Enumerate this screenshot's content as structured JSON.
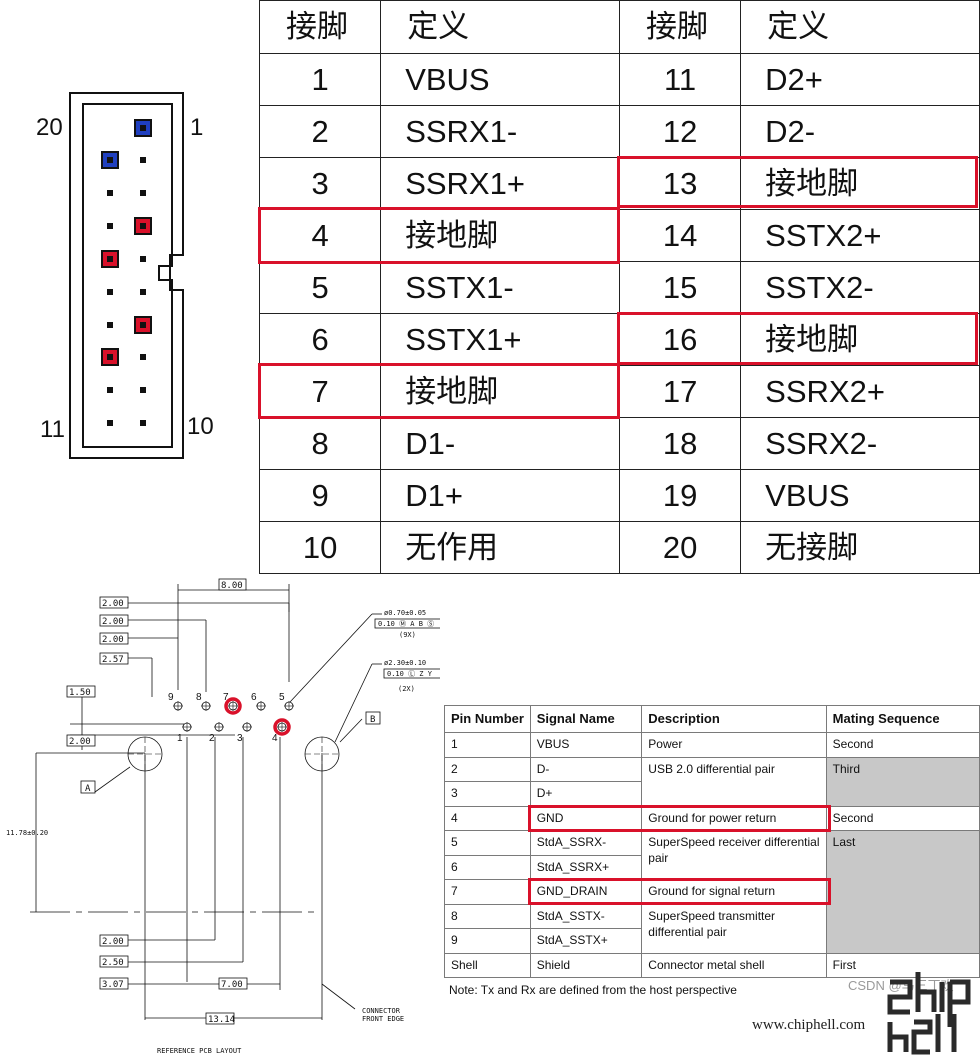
{
  "connector": {
    "labels": {
      "top_left": "20",
      "top_right": "1",
      "bottom_left": "11",
      "bottom_right": "10"
    },
    "colors": {
      "vbus": "#1f3fbf",
      "ground": "#d9112a",
      "pin": "#111111"
    }
  },
  "pinout_table": {
    "headers": [
      "接脚",
      "定义",
      "接脚",
      "定义"
    ],
    "rows": [
      [
        "1",
        "VBUS",
        "11",
        "D2+"
      ],
      [
        "2",
        "SSRX1-",
        "12",
        "D2-"
      ],
      [
        "3",
        "SSRX1+",
        "13",
        "接地脚"
      ],
      [
        "4",
        "接地脚",
        "14",
        "SSTX2+"
      ],
      [
        "5",
        "SSTX1-",
        "15",
        "SSTX2-"
      ],
      [
        "6",
        "SSTX1+",
        "16",
        "接地脚"
      ],
      [
        "7",
        "接地脚",
        "17",
        "SSRX2+"
      ],
      [
        "8",
        "D1-",
        "18",
        "SSRX2-"
      ],
      [
        "9",
        "D1+",
        "19",
        "VBUS"
      ],
      [
        "10",
        "无作用",
        "20",
        "无接脚"
      ]
    ]
  },
  "pcb_layout": {
    "title": "REFERENCE PCB LAYOUT",
    "dims": {
      "top": "8.00",
      "left_stack": [
        "2.00",
        "2.00",
        "2.00",
        "2.57"
      ],
      "hole_small": "ø0.70±0.05",
      "hole_small_tol": "0.10 Ⓜ A B Ⓢ",
      "hole_small_count": "(9X)",
      "hole_large": "ø2.30±0.10",
      "hole_large_tol": "0.10 Ⓛ Z Y",
      "hole_large_count": "(2X)",
      "side_150": "1.50",
      "side_200": "2.00",
      "height": "11.78±0.20",
      "bottom_stack": [
        "2.00",
        "2.50",
        "3.07"
      ],
      "bottom_700": "7.00",
      "bottom_1314": "13.14",
      "front_edge": [
        "CONNECTOR",
        "FRONT EDGE"
      ],
      "datum_a": "A",
      "datum_b": "B"
    },
    "top_row_pins": [
      "9",
      "8",
      "7",
      "6",
      "5"
    ],
    "bottom_row_pins": [
      "1",
      "2",
      "3",
      "4"
    ]
  },
  "spec_table": {
    "headers": [
      "Pin Number",
      "Signal Name",
      "Description",
      "Mating Sequence"
    ],
    "rows": [
      [
        "1",
        "VBUS",
        "Power",
        "Second"
      ],
      [
        "2",
        "D-",
        "USB 2.0 differential pair",
        "Third"
      ],
      [
        "3",
        "D+",
        "",
        ""
      ],
      [
        "4",
        "GND",
        "Ground for power return",
        "Second"
      ],
      [
        "5",
        "StdA_SSRX-",
        "SuperSpeed receiver differential pair",
        "Last"
      ],
      [
        "6",
        "StdA_SSRX+",
        "",
        ""
      ],
      [
        "7",
        "GND_DRAIN",
        "Ground for signal return",
        ""
      ],
      [
        "8",
        "StdA_SSTX-",
        "SuperSpeed transmitter differential pair",
        ""
      ],
      [
        "9",
        "StdA_SSTX+",
        "",
        ""
      ],
      [
        "Shell",
        "Shield",
        "Connector metal shell",
        "First"
      ]
    ],
    "note": "Note:  Tx and Rx are defined from the host perspective"
  },
  "watermarks": {
    "csdn": "CSDN @马三丁欢",
    "site": "www.chiphell.com",
    "logo": "chip hell"
  },
  "highlight_color": "#d9112a"
}
